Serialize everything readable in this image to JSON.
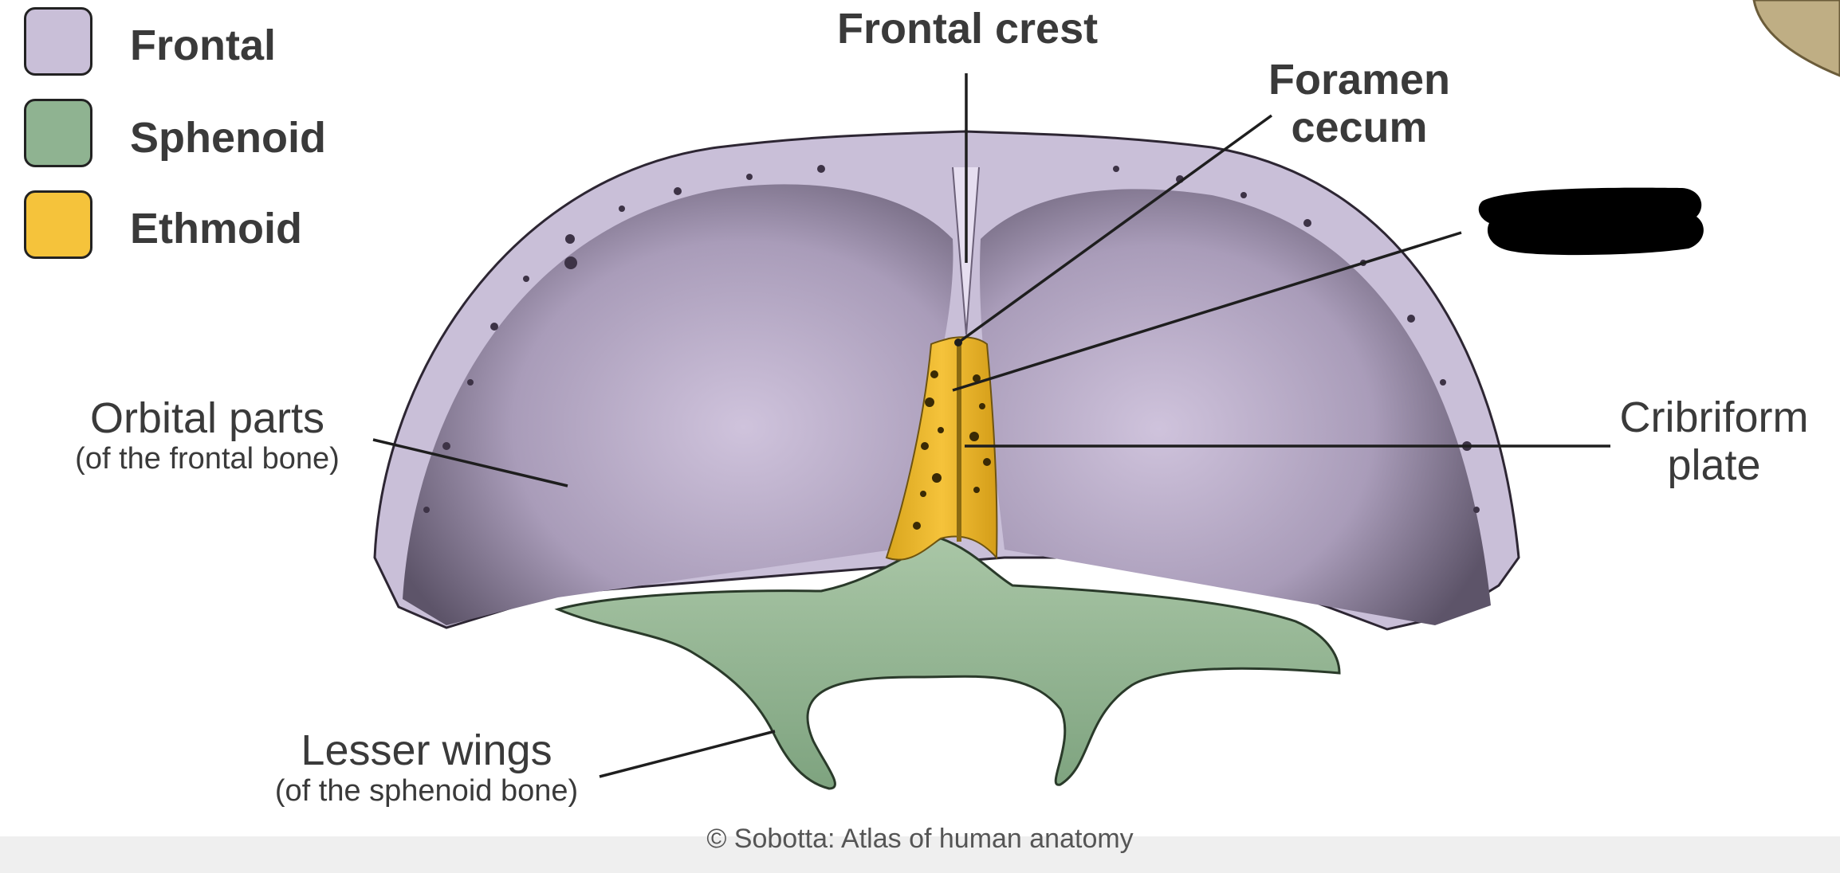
{
  "colors": {
    "frontal": "#c9bfd8",
    "sphenoid": "#8fb391",
    "ethmoid": "#f5c33b",
    "leader_line": "#1e1e1e",
    "redaction": "#000000"
  },
  "legend": [
    {
      "label": "Frontal",
      "color": "#c9bfd8"
    },
    {
      "label": "Sphenoid",
      "color": "#8fb391"
    },
    {
      "label": "Ethmoid",
      "color": "#f5c33b"
    }
  ],
  "labels": {
    "frontal_crest": "Frontal crest",
    "foramen_cecum_1": "Foramen",
    "foramen_cecum_2": "cecum",
    "orbital_parts": "Orbital parts",
    "orbital_parts_sub": "(of the frontal bone)",
    "cribriform_1": "Cribriform",
    "cribriform_2": "plate",
    "lesser_wings": "Lesser wings",
    "lesser_wings_sub": "(of the sphenoid bone)"
  },
  "copyright": "© Sobotta: Atlas of human anatomy"
}
